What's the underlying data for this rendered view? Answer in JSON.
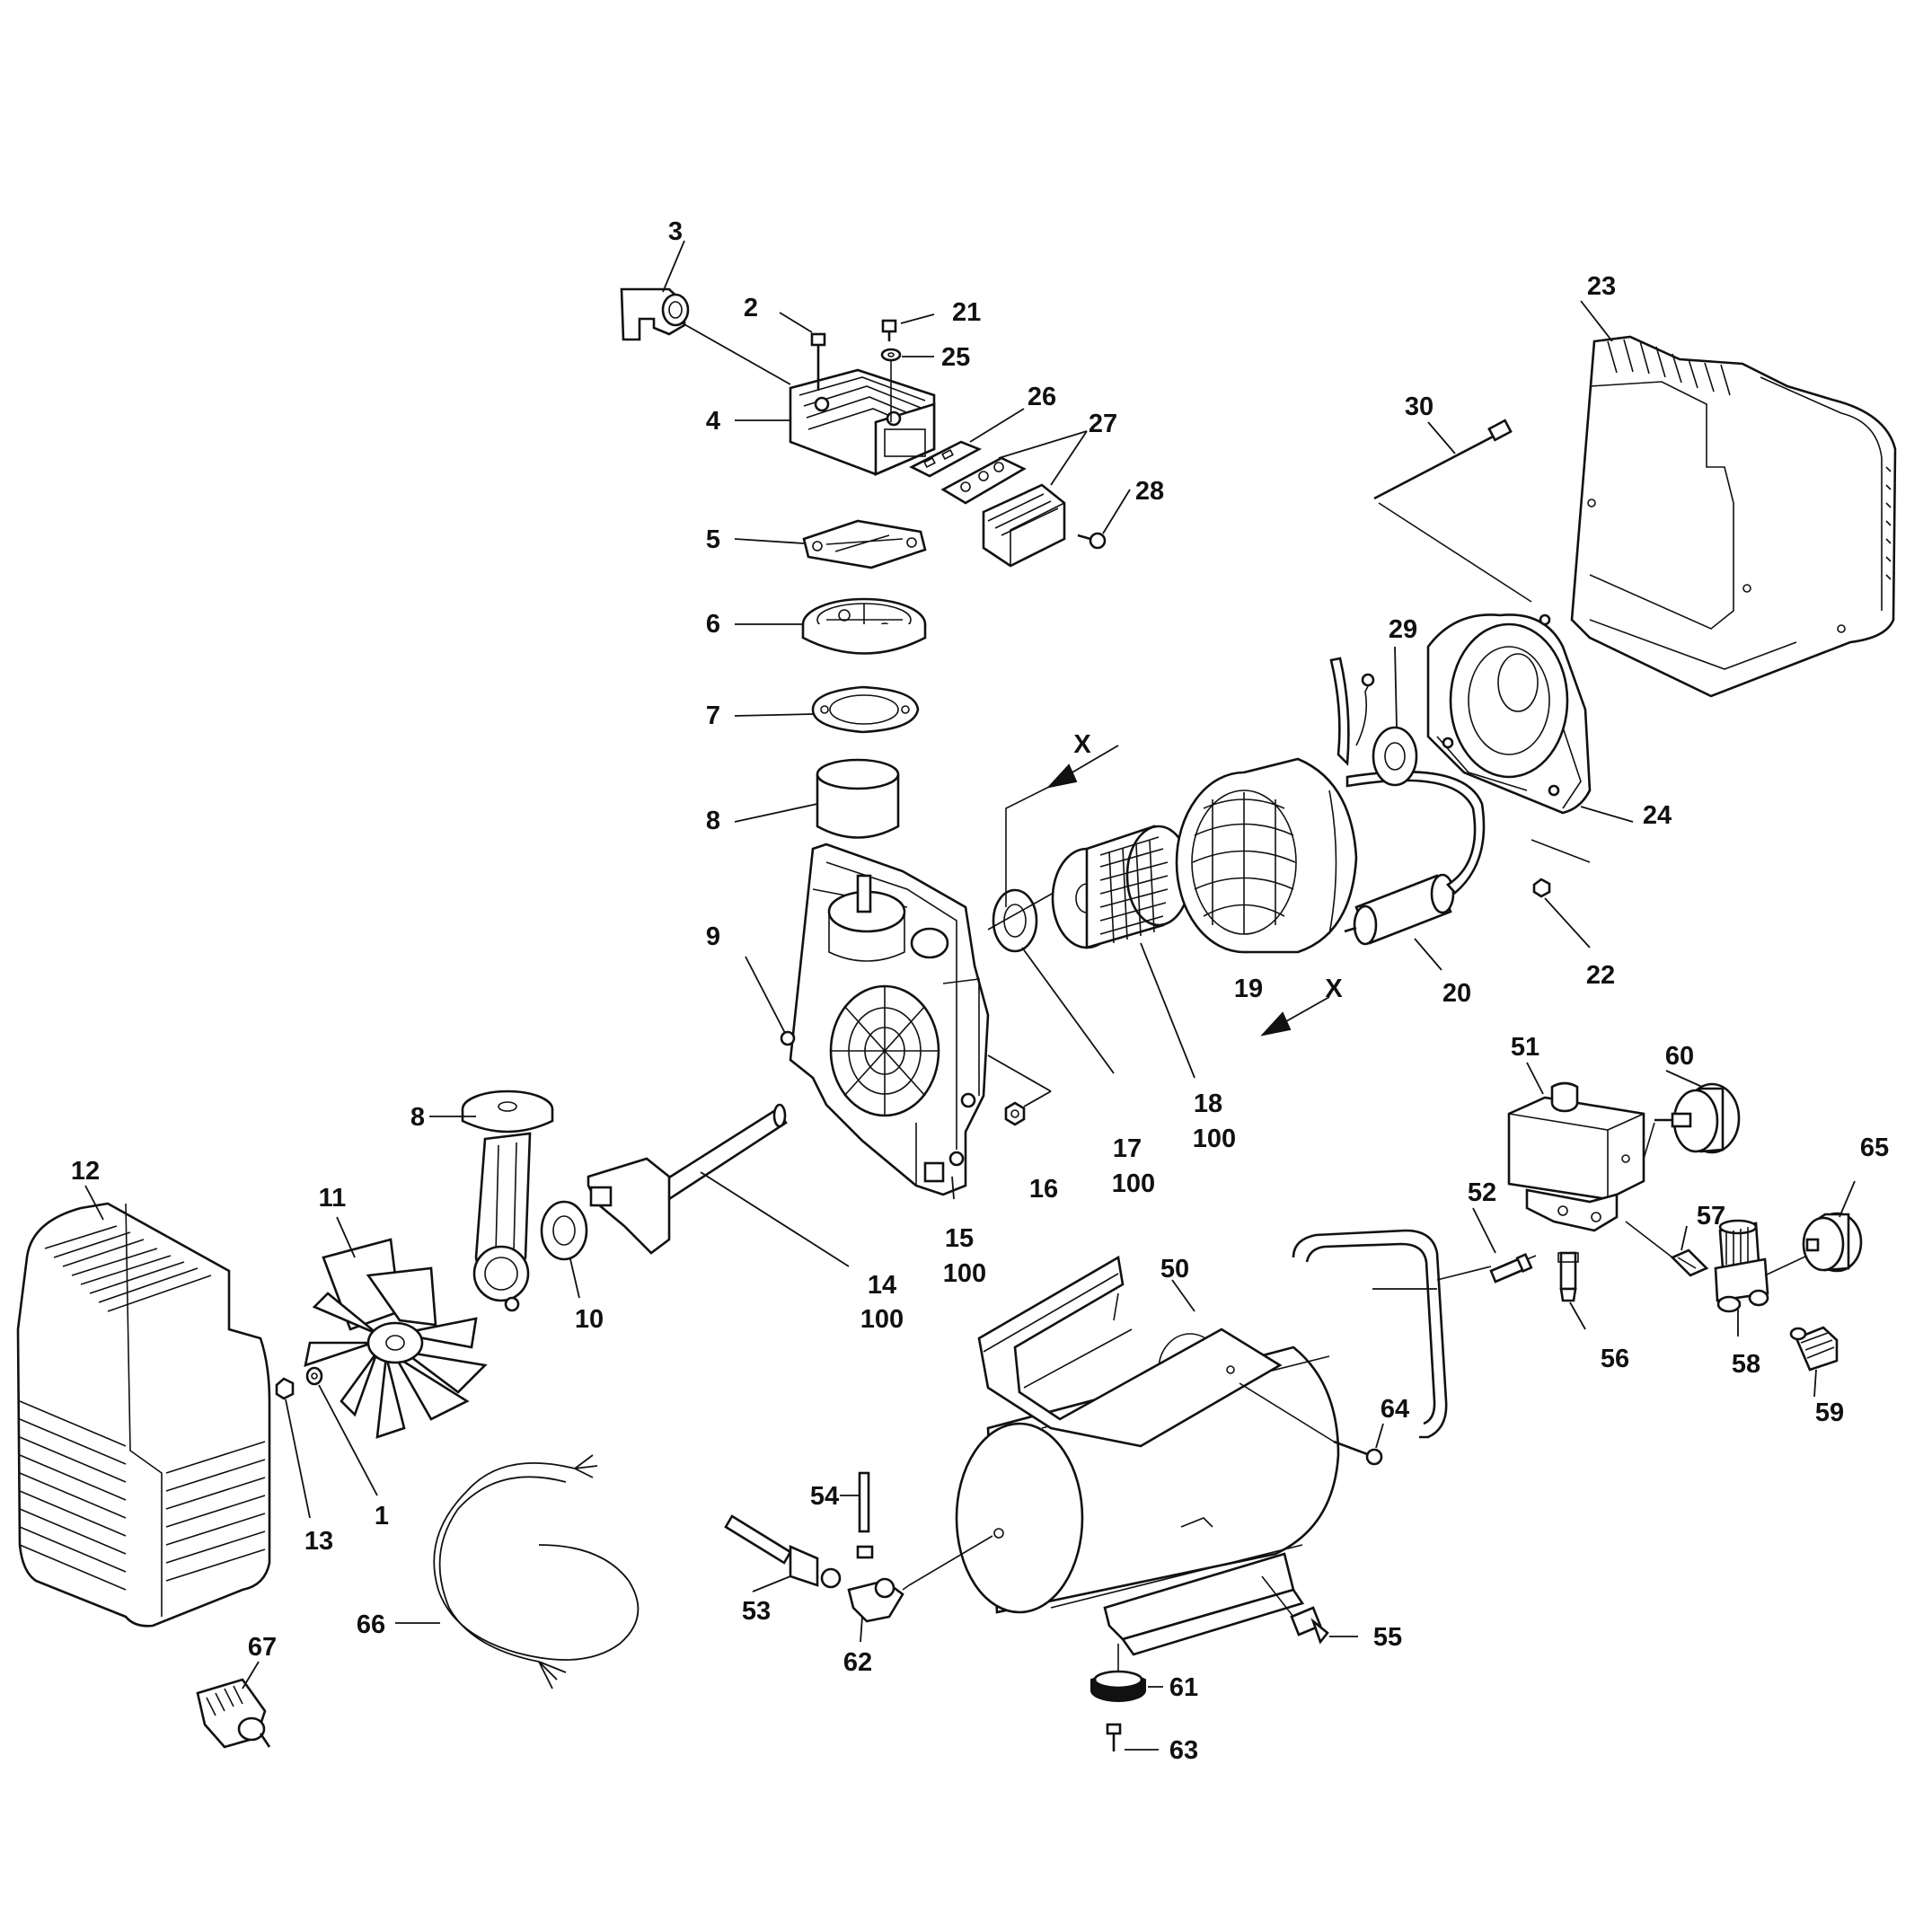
{
  "labels": {
    "p1": "1",
    "p2": "2",
    "p3": "3",
    "p4": "4",
    "p5": "5",
    "p6": "6",
    "p7": "7",
    "p8a": "8",
    "p8b": "8",
    "p9": "9",
    "p10": "10",
    "p11": "11",
    "p12": "12",
    "p13": "13",
    "p14": "14",
    "p14q": "100",
    "p15": "15",
    "p15q": "100",
    "p16": "16",
    "p17": "17",
    "p17q": "100",
    "p18": "18",
    "p18q": "100",
    "p19": "19",
    "p20": "20",
    "p21": "21",
    "p22": "22",
    "p23": "23",
    "p24": "24",
    "p25": "25",
    "p26": "26",
    "p27": "27",
    "p28": "28",
    "p29": "29",
    "p30": "30",
    "p50": "50",
    "p51": "51",
    "p52": "52",
    "p53": "53",
    "p54": "54",
    "p55": "55",
    "p56": "56",
    "p57": "57",
    "p58": "58",
    "p59": "59",
    "p60": "60",
    "p61": "61",
    "p62": "62",
    "p63": "63",
    "p64": "64",
    "p65": "65",
    "p66": "66",
    "p67": "67",
    "x1": "X",
    "x2": "X"
  },
  "colors": {
    "line": "#111111",
    "background": "#ffffff"
  }
}
